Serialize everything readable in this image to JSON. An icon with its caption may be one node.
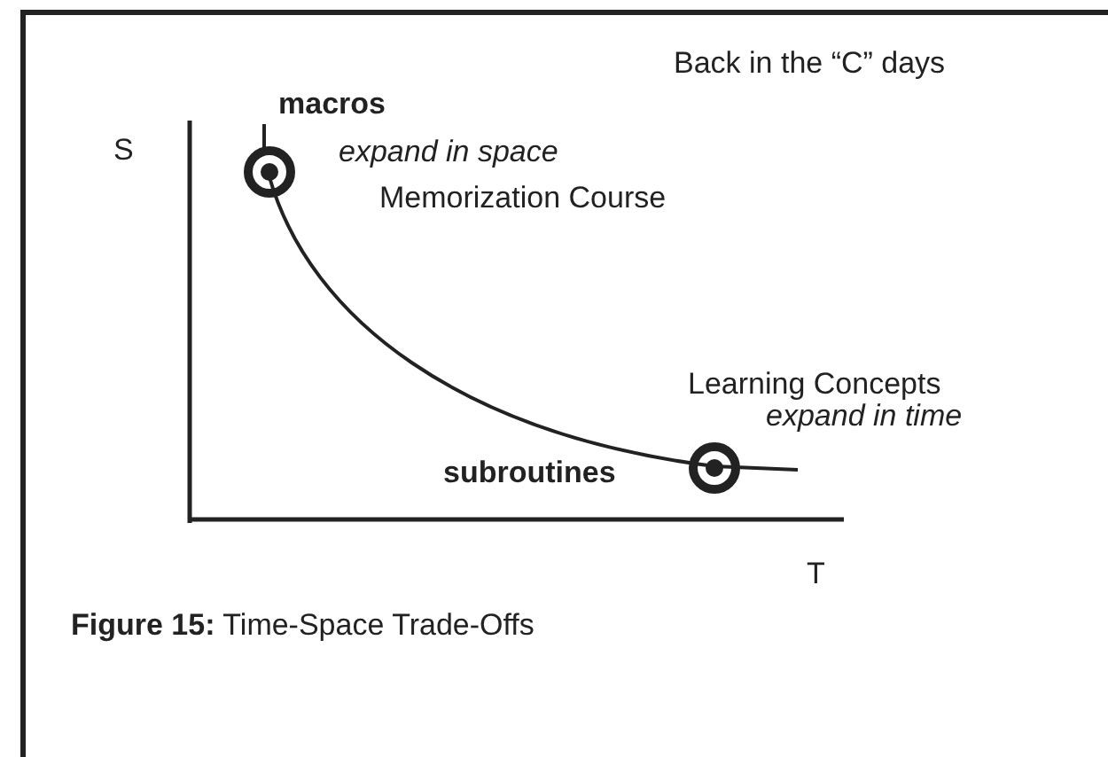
{
  "diagram": {
    "caption": "**Figure 15:** Time-Space Trade-Offs",
    "labels": [
      "Back in the “C” days",
      "macros",
      "S",
      "expand in space",
      "Memorization Course",
      "Learning Concepts",
      "expand in time",
      "subroutines",
      "T"
    ]
  }
}
